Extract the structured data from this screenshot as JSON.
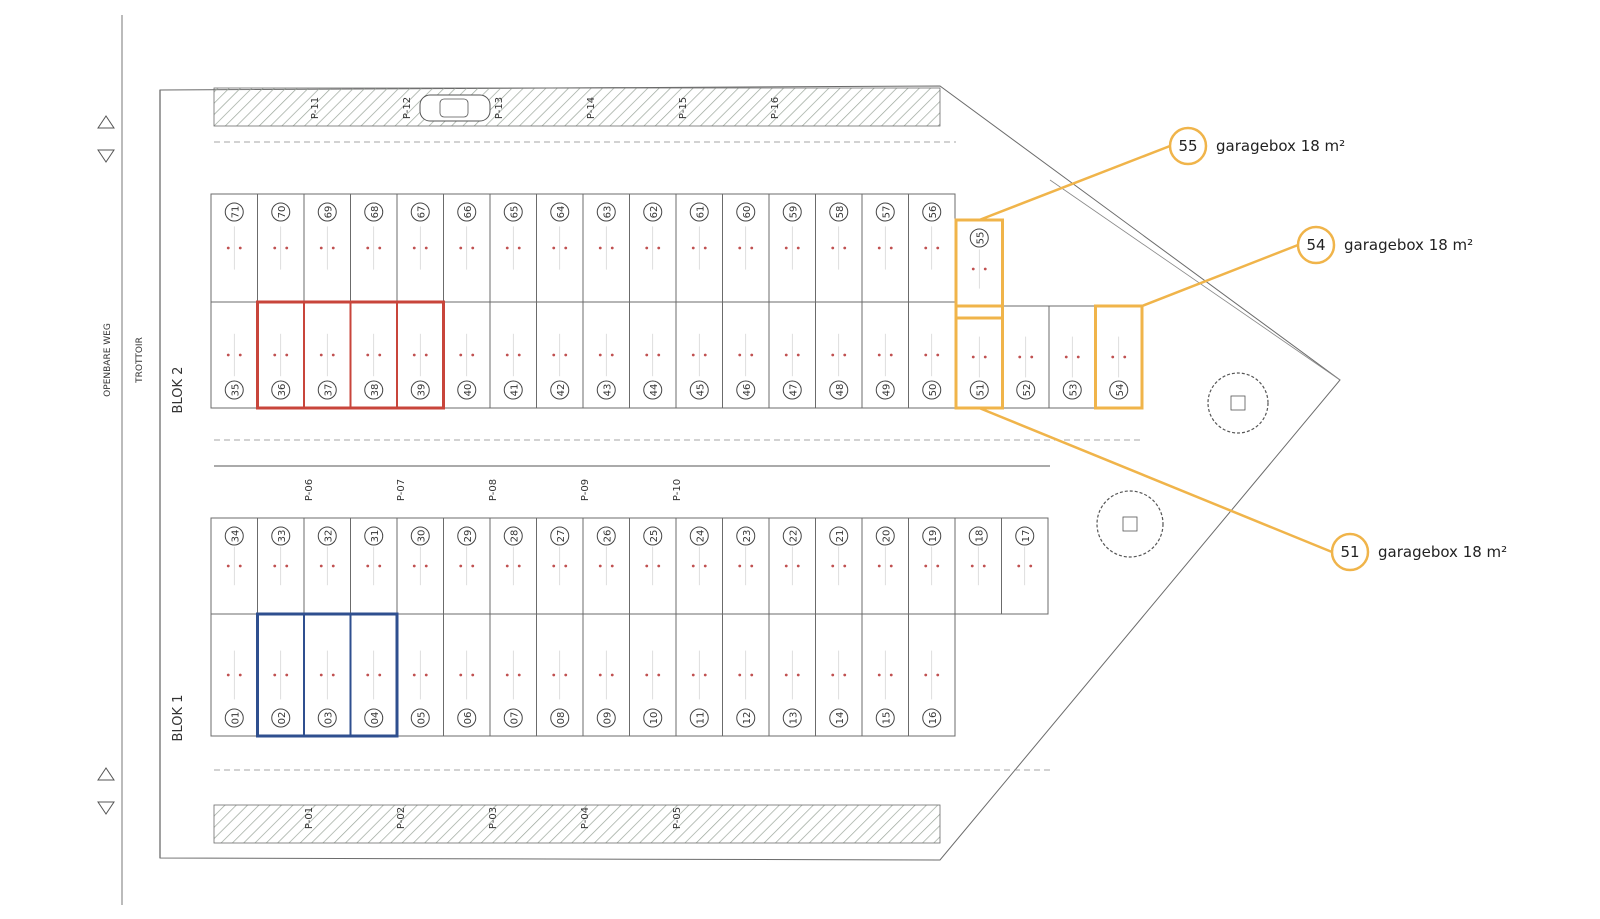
{
  "colors": {
    "line": "#6b6b6b",
    "hatch": "#9aa59a",
    "highlight_orange": "#f0b44a",
    "highlight_red": "#c8453b",
    "highlight_blue": "#2f4f8f"
  },
  "labels": {
    "street": "OPENBARE WEG",
    "sidewalk": "TROTTOIR",
    "block2": "BLOK 2",
    "block1": "BLOK 1"
  },
  "blok2": {
    "top_row": [
      "71",
      "70",
      "69",
      "68",
      "67",
      "66",
      "65",
      "64",
      "63",
      "62",
      "61",
      "60",
      "59",
      "58",
      "57",
      "56"
    ],
    "bottom_row": [
      "35",
      "36",
      "37",
      "38",
      "39",
      "40",
      "41",
      "42",
      "43",
      "44",
      "45",
      "46",
      "47",
      "48",
      "49",
      "50"
    ],
    "extension_top": [
      "55"
    ],
    "extension_bottom": [
      "51",
      "52",
      "53",
      "54"
    ]
  },
  "blok1": {
    "top_row": [
      "34",
      "33",
      "32",
      "31",
      "30",
      "29",
      "28",
      "27",
      "26",
      "25",
      "24",
      "23",
      "22",
      "21",
      "20",
      "19",
      "18",
      "17"
    ],
    "bottom_row": [
      "01",
      "02",
      "03",
      "04",
      "05",
      "06",
      "07",
      "08",
      "09",
      "10",
      "11",
      "12",
      "13",
      "14",
      "15",
      "16"
    ]
  },
  "parking_top": [
    "P-11",
    "P-12",
    "P-13",
    "P-14",
    "P-15",
    "P-16"
  ],
  "parking_middle": [
    "P-06",
    "P-07",
    "P-08",
    "P-09",
    "P-10"
  ],
  "parking_bottom": [
    "P-01",
    "P-02",
    "P-03",
    "P-04",
    "P-05"
  ],
  "callouts": [
    {
      "number": "55",
      "label": "garagebox 18 m²"
    },
    {
      "number": "54",
      "label": "garagebox 18 m²"
    },
    {
      "number": "51",
      "label": "garagebox 18 m²"
    }
  ]
}
